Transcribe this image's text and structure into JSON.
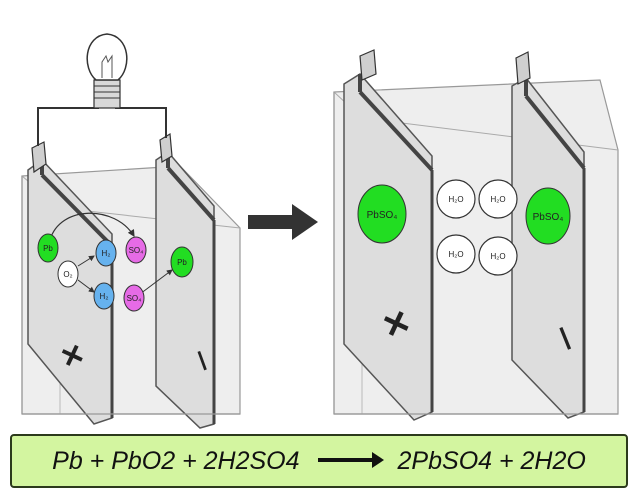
{
  "labels": {
    "pb": "Pb",
    "h2": "H₂",
    "so4": "SO₄",
    "o2": "O₂",
    "pbso4": "PbSO₄",
    "h2o": "H₂O",
    "plus_sign": "+",
    "minus_sign": "—"
  },
  "equation": {
    "reactants": "Pb + PbO2 + 2H2SO4",
    "products": "2PbSO4 + 2H2O"
  },
  "colors": {
    "lead": "#22dd22",
    "hydrogen": "#66b2ee",
    "sulfate": "#e66be6",
    "oxygen_water": "#ffffff",
    "equation_bg": "#d3f5a0",
    "arrow": "#333333"
  }
}
